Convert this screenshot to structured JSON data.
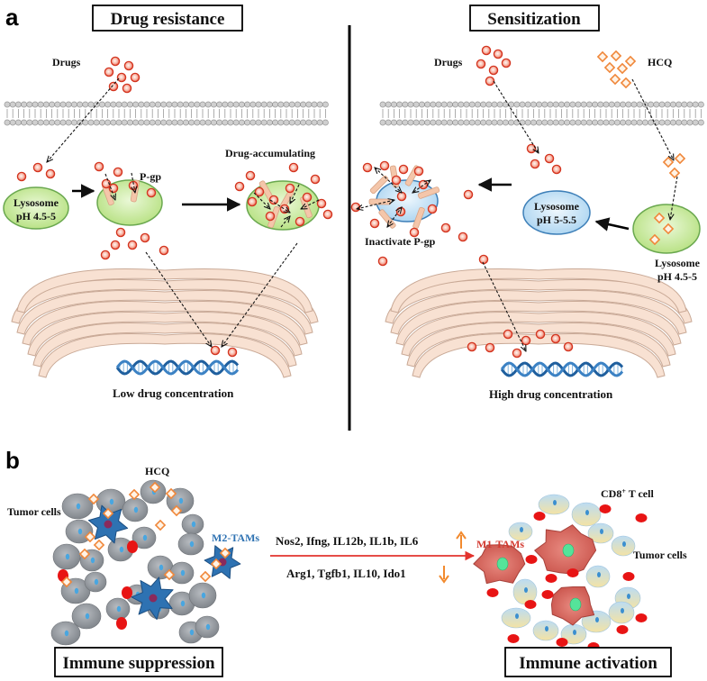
{
  "panel_a": {
    "letter": "a",
    "left": {
      "title": "Drug resistance",
      "drugs": "Drugs",
      "pgp": "P-gp",
      "lysosome": "Lysosome",
      "ph": "pH 4.5-5",
      "accumulating": "Drug-accumulating",
      "result": "Low drug concentration"
    },
    "right": {
      "title": "Sensitization",
      "drugs": "Drugs",
      "hcq": "HCQ",
      "inactivate": "Inactivate P-gp",
      "lysosome_mid": "Lysosome",
      "ph_mid": "pH 5-5.5",
      "lysosome_right": "Lysosome",
      "ph_right": "pH 4.5-5",
      "result": "High drug concentration"
    }
  },
  "panel_b": {
    "letter": "b",
    "tumor_cells_left": "Tumor cells",
    "hcq": "HCQ",
    "m2": "M2-TAMs",
    "genes_up": "Nos2, Ifng, IL12b, IL1b, IL6",
    "genes_down": "Arg1, Tgfb1, IL10, Ido1",
    "m1": "M1-TAMs",
    "cd8_main": "CD8",
    "cd8_sup": "+",
    "cd8_rest": " T cell",
    "tumor_cells_right": "Tumor cells",
    "left_box": "Immune suppression",
    "right_box": "Immune activation"
  },
  "colors": {
    "drug": "#e8412c",
    "hcq": "#f0873a",
    "lysosome_green": "#c6eaa0",
    "lysosome_blue": "#c4e2f6",
    "pgp": "#f2c4a9",
    "tumor_gray": "#8f949a",
    "m2_blue": "#2e72b2",
    "m1_red": "#d8665c",
    "red_cell": "#e81414",
    "arrow_red": "#e3332d",
    "up_down_arrow": "#f28a2e"
  }
}
